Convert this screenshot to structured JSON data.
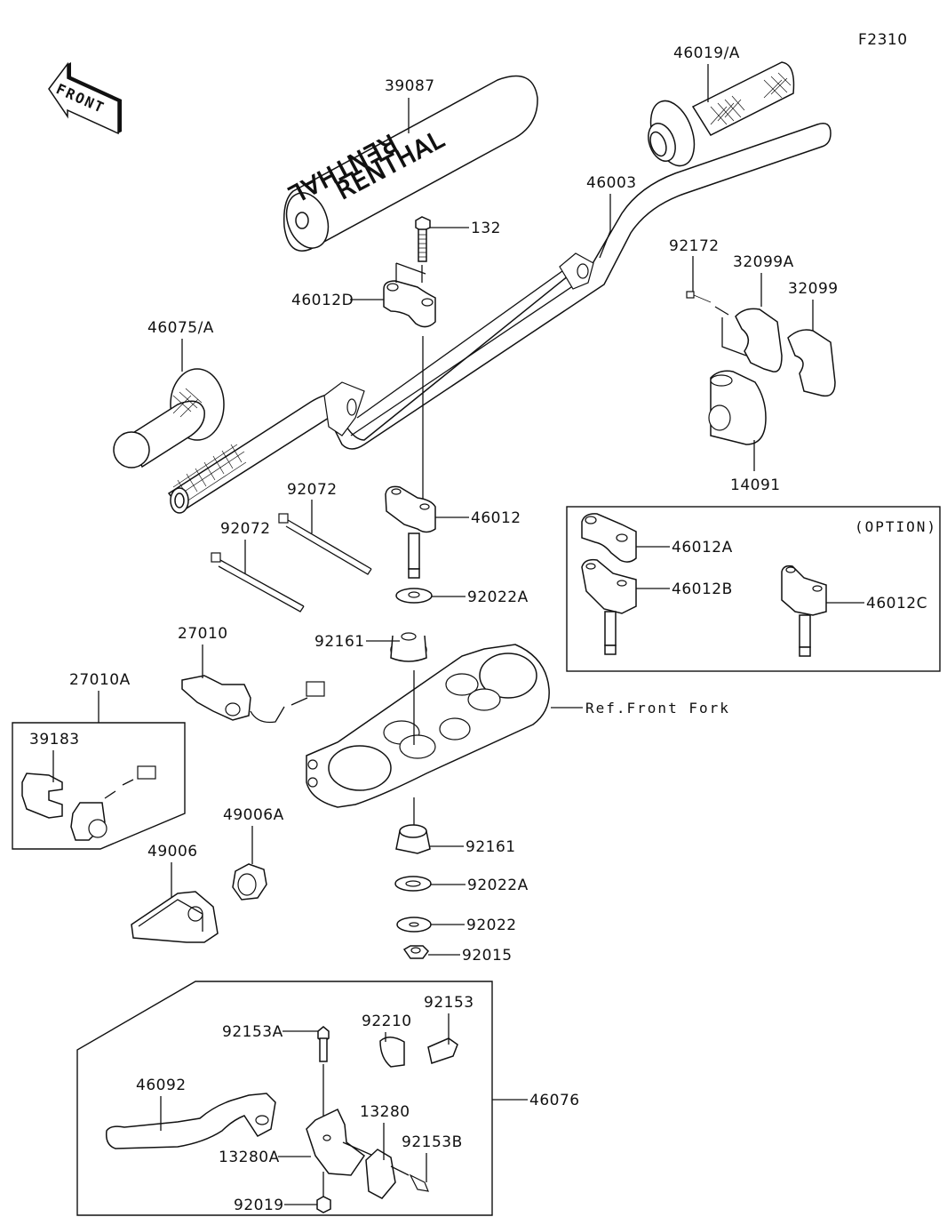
{
  "diagram": {
    "figure_code": "F2310",
    "front_arrow_text": "FRONT",
    "option_box_title": "(OPTION)",
    "pad_brand_text": "RENTHAL",
    "reference_label": "Ref.Front Fork",
    "parts": [
      {
        "id": "39087",
        "label": "39087",
        "name": "handlebar-pad"
      },
      {
        "id": "46019A",
        "label": "46019/A",
        "name": "grip-throttle-side"
      },
      {
        "id": "46003",
        "label": "46003",
        "name": "handlebar"
      },
      {
        "id": "132",
        "label": "132",
        "name": "bolt-132"
      },
      {
        "id": "46012D",
        "label": "46012D",
        "name": "handlebar-clamp-upper"
      },
      {
        "id": "92172",
        "label": "92172",
        "name": "screw-92172"
      },
      {
        "id": "32099A",
        "label": "32099A",
        "name": "throttle-housing-upper"
      },
      {
        "id": "32099",
        "label": "32099",
        "name": "throttle-housing-lower"
      },
      {
        "id": "46075A",
        "label": "46075/A",
        "name": "grip-left"
      },
      {
        "id": "14091",
        "label": "14091",
        "name": "throttle-cover"
      },
      {
        "id": "92072a",
        "label": "92072",
        "name": "cable-tie-upper"
      },
      {
        "id": "92072b",
        "label": "92072",
        "name": "cable-tie-lower"
      },
      {
        "id": "46012",
        "label": "46012",
        "name": "handlebar-holder"
      },
      {
        "id": "92022A_top",
        "label": "92022A",
        "name": "washer-top"
      },
      {
        "id": "46012A",
        "label": "46012A",
        "name": "option-clamp-upper"
      },
      {
        "id": "46012B",
        "label": "46012B",
        "name": "option-holder-b"
      },
      {
        "id": "46012C",
        "label": "46012C",
        "name": "option-holder-c"
      },
      {
        "id": "27010",
        "label": "27010",
        "name": "engine-stop-switch"
      },
      {
        "id": "92161_top",
        "label": "92161",
        "name": "damper-top"
      },
      {
        "id": "27010A",
        "label": "27010A",
        "name": "switch-assembly"
      },
      {
        "id": "39183",
        "label": "39183",
        "name": "switch-clamp"
      },
      {
        "id": "49006A",
        "label": "49006A",
        "name": "cable-adjuster"
      },
      {
        "id": "49006",
        "label": "49006",
        "name": "lever-cover"
      },
      {
        "id": "92161_bottom",
        "label": "92161",
        "name": "damper-bottom"
      },
      {
        "id": "92022A_bottom",
        "label": "92022A",
        "name": "washer-bottom-a"
      },
      {
        "id": "92022",
        "label": "92022",
        "name": "washer-bottom"
      },
      {
        "id": "92015",
        "label": "92015",
        "name": "nut-92015"
      },
      {
        "id": "92153",
        "label": "92153",
        "name": "adjuster-screw"
      },
      {
        "id": "92210",
        "label": "92210",
        "name": "spring-92210"
      },
      {
        "id": "92153A",
        "label": "92153A",
        "name": "pivot-bolt"
      },
      {
        "id": "46092",
        "label": "46092",
        "name": "clutch-lever"
      },
      {
        "id": "46076",
        "label": "46076",
        "name": "lever-assembly"
      },
      {
        "id": "13280",
        "label": "13280",
        "name": "lever-clamp"
      },
      {
        "id": "13280A",
        "label": "13280A",
        "name": "lever-holder"
      },
      {
        "id": "92153B",
        "label": "92153B",
        "name": "clamp-bolt"
      },
      {
        "id": "92019",
        "label": "92019",
        "name": "nut-92019"
      }
    ]
  }
}
